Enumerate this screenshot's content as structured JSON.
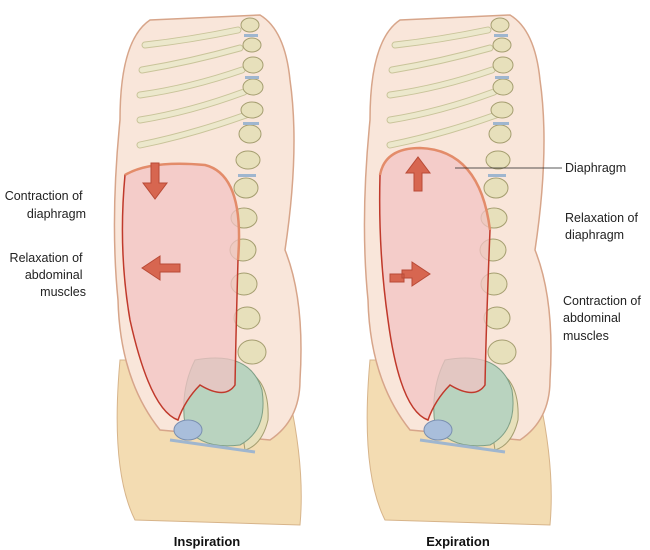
{
  "panels": [
    {
      "caption": "Inspiration",
      "labels": {
        "diaphragm_action": [
          "Contraction of",
          "diaphragm"
        ],
        "abdominal_action": [
          "Relaxation of",
          "abdominal",
          "muscles"
        ]
      },
      "arrows": {
        "diaphragm": "down",
        "abdominal_wall": "outward"
      }
    },
    {
      "caption": "Expiration",
      "structure_label": "Diaphragm",
      "labels": {
        "diaphragm_action": [
          "Relaxation of",
          "diaphragm"
        ],
        "abdominal_action": [
          "Contraction of",
          "abdominal",
          "muscles"
        ]
      },
      "arrows": {
        "diaphragm": "up",
        "abdominal_wall": "inward"
      }
    }
  ],
  "colors": {
    "skin": "#f9e6da",
    "skin_outline": "#d7a58a",
    "lower_body": "#f3dcb2",
    "abdomen": "#f1c3c3",
    "diaphragm_line": "#c0392b",
    "bone": "#e7e0bb",
    "pelvis": "#b9d3bf",
    "arrow": "#d76650",
    "disc": "#9fb6cf"
  }
}
